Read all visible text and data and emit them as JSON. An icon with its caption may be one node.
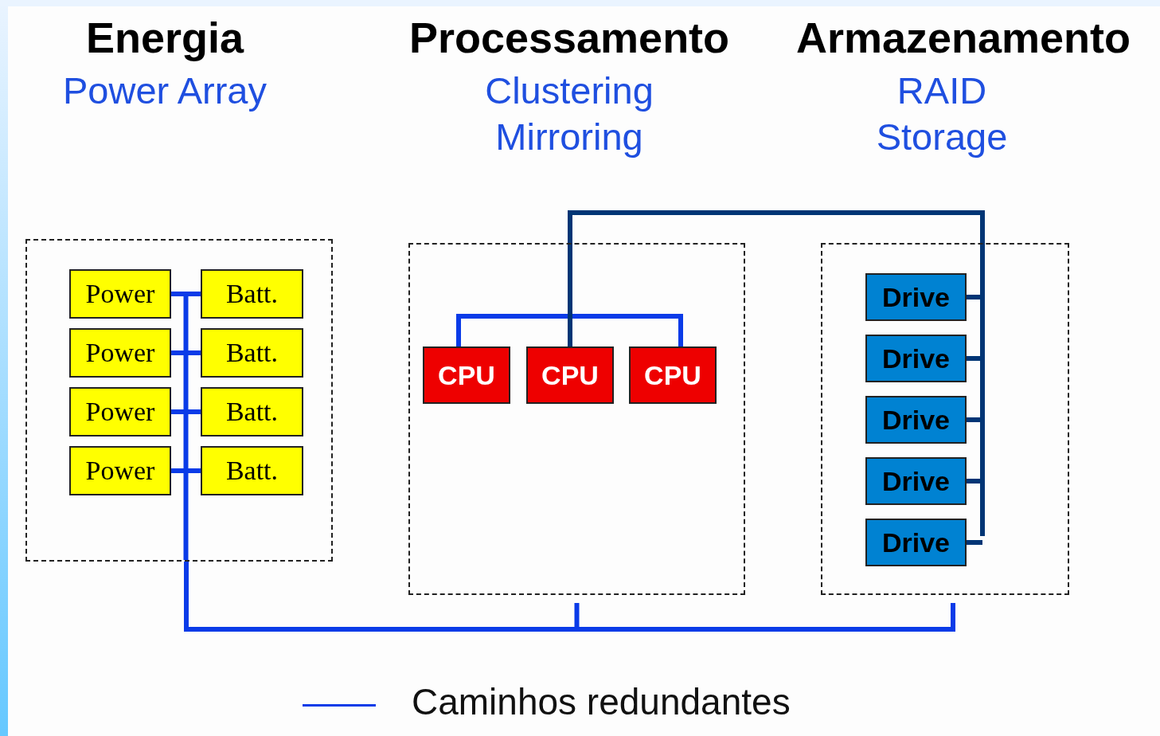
{
  "diagram": {
    "nodes": [
      {
        "text": [],
        "shape": "box"
      },
      {
        "text": [
          "Power"
        ],
        "in": 0
      },
      {
        "text": [
          "Batt."
        ],
        "in": 0
      },
      {
        "text": [
          "Power"
        ],
        "in": 0
      },
      {
        "text": [
          "Batt."
        ],
        "in": 0
      },
      {
        "text": [
          "Power"
        ],
        "in": 0
      },
      {
        "text": [
          "Batt."
        ],
        "in": 0
      },
      {
        "text": [
          "Power"
        ],
        "in": 0
      },
      {
        "text": [
          "Batt."
        ],
        "in": 0
      },
      {
        "text": [],
        "shape": "box"
      },
      {
        "text": [
          "CPU"
        ],
        "in": 9
      },
      {
        "text": [
          "CPU"
        ],
        "in": 9
      },
      {
        "text": [
          "CPU"
        ],
        "in": 9
      },
      {
        "text": [],
        "shape": "box"
      },
      {
        "text": [
          "Drive"
        ],
        "in": 13
      },
      {
        "text": [
          "Drive"
        ],
        "in": 13
      },
      {
        "text": [
          "Drive"
        ],
        "in": 13
      },
      {
        "text": [
          "Drive"
        ],
        "in": 13
      },
      {
        "text": [
          "Drive"
        ],
        "in": 13
      }
    ],
    "edges": [
      {
        "from": 1,
        "to": 2,
        "arrow": "none"
      },
      {
        "from": 3,
        "to": 4,
        "arrow": "none"
      },
      {
        "from": 5,
        "to": 6,
        "arrow": "none"
      },
      {
        "from": 7,
        "to": 8,
        "arrow": "none"
      },
      {
        "from": 0,
        "to": 9,
        "arrow": "none"
      },
      {
        "from": 0,
        "to": 13,
        "arrow": "none"
      },
      {
        "from": 10,
        "to": 11,
        "arrow": "none"
      },
      {
        "from": 11,
        "to": 12,
        "arrow": "none"
      },
      {
        "from": 11,
        "to": 14,
        "arrow": "none",
        "color": "#003575"
      },
      {
        "from": 11,
        "to": 15,
        "arrow": "none",
        "color": "#003575"
      },
      {
        "from": 11,
        "to": 16,
        "arrow": "none",
        "color": "#003575"
      },
      {
        "from": 11,
        "to": 17,
        "arrow": "none",
        "color": "#003575"
      },
      {
        "from": 11,
        "to": 18,
        "arrow": "none",
        "color": "#003575"
      }
    ],
    "labels": [
      "Energia",
      "Power Array",
      "Processamento",
      "Clustering",
      "Mirroring",
      "Armazenamento",
      "RAID",
      "Storage"
    ],
    "legend": [
      {
        "text": "Caminhos redundantes"
      }
    ]
  }
}
